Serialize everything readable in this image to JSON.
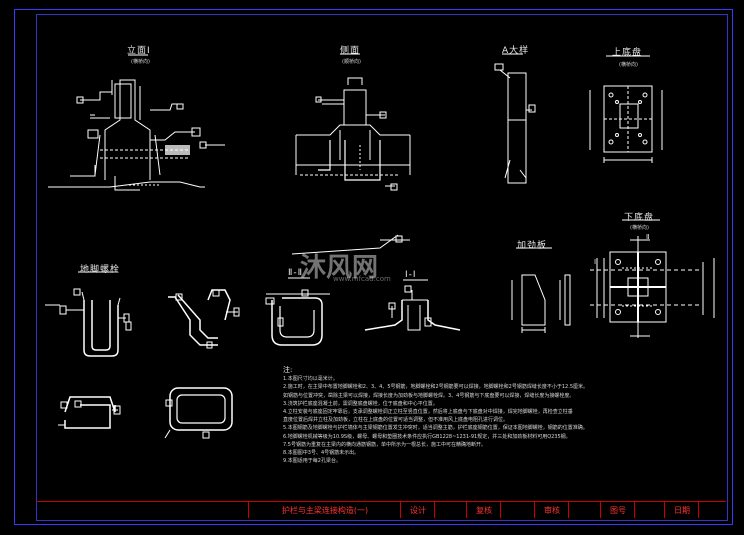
{
  "views": {
    "elevation1": {
      "title": "立面Ⅰ",
      "sub": "(横桥向)"
    },
    "side": {
      "title": "侧面",
      "sub": "(顺桥向)"
    },
    "detailA": {
      "title": "A大样"
    },
    "upperPlate": {
      "title": "上底盘",
      "sub": "(横桥向)"
    },
    "lowerPlate": {
      "title": "下底盘",
      "sub": "(横桥向)"
    },
    "anchorBolt": {
      "title": "地脚螺栓"
    },
    "stiffener": {
      "title": "加劲板"
    },
    "secII": {
      "title": "Ⅱ-Ⅱ"
    },
    "secI": {
      "title": "Ⅰ-Ⅰ"
    },
    "markI": "Ⅰ",
    "markII": "Ⅱ"
  },
  "notes": {
    "heading": "注:",
    "lines": [
      "1.本图尺寸均以毫米计。",
      "2.施工时，在主梁中布置地脚螺栓和2、3、4、5号钢筋，地脚螺栓和2号钢筋要可以焊接，地脚螺栓和2号钢筋焊缝长度不小于12.5厘米。",
      "  如钢筋与位置冲突，凿除主梁可以焊接，焊接长度为加劲板与地脚螺栓焊。3、4号钢筋与下底盘要可以焊接，焊缝长度为接螺栓度。",
      "3.浇筑护栏底座混凝土前，需调整底盘螺栓，位于底盘和中心平位置。",
      "4.立柱安装与底座固定牢靠后，支承调整螺栓调正立柱至竖直位置，然后将上底盘与下底盘对中焊接，焊完地脚螺栓，再检查立柱垂",
      "  直度位置后焊并立柱及加劲板，立柱在上底盘的位置可适当调整，但不准用风上底盘电阻孔进行调位。",
      "5.本图钢筋及地脚螺栓与护栏墙体与主梁钢筋位置发生冲突时，适当调整主筋，护栏底座钢筋位置，保证本图地脚螺栓，钢筋的位置准确。",
      "6.地脚螺栓机械等级为10.9S级，螺母、螺母和垫圈技术条件应执行GB1228~1231-91规定，并三处和加劲板材料可用Q235钢。",
      "7.5号钢筋为重复在主梁内的横向通筋钢筋，单中所示为一根总长，施工中可在精确地断开。",
      "8.本图图中3号、4号钢筋未示出。",
      "9.本图适用于每2孔梁台。"
    ]
  },
  "titleBlock": {
    "drawingName": "护栏与主梁连接构造(一)",
    "design": "设计",
    "review": "复核",
    "approve": "审核",
    "drawingNo": "图号",
    "date": "日期"
  },
  "watermark": {
    "logo": "沐风网",
    "url": "www.mfcad.com"
  },
  "colors": {
    "background": "#000000",
    "line": "#ffffff",
    "frame": "#3a3aff",
    "accent": "#ff3333",
    "dim": "#ffff00"
  }
}
